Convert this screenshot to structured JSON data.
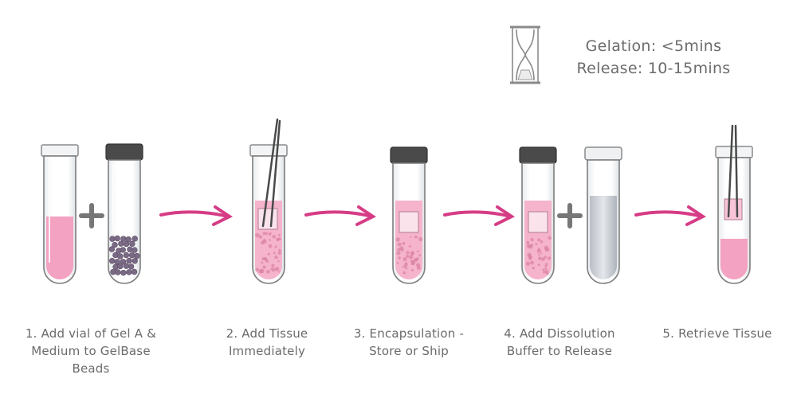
{
  "timing": {
    "gelation": "Gelation: <5mins",
    "release": "Release: 10-15mins"
  },
  "icons": {
    "timer": "hourglass-icon",
    "plus": "plus-icon",
    "arrow": "arrow-right-icon",
    "tweezers": "tweezers-icon"
  },
  "colors": {
    "pink_liquid": "#f3a2c1",
    "pink_gel": "#f6b3cc",
    "bead_purple": "#7b6a86",
    "arrow_magenta": "#d63c86",
    "buffer_grey": "#cfd3d9",
    "cap_dark": "#4a4a4a",
    "text_grey": "#6b6b6b"
  },
  "steps": [
    {
      "label_line1": "1. Add vial of Gel A &",
      "label_line2": "Medium to GelBase",
      "label_line3": "Beads"
    },
    {
      "label_line1": "2. Add Tissue",
      "label_line2": "Immediately",
      "label_line3": ""
    },
    {
      "label_line1": "3. Encapsulation -",
      "label_line2": "Store or Ship",
      "label_line3": ""
    },
    {
      "label_line1": "4. Add Dissolution",
      "label_line2": "Buffer to Release",
      "label_line3": ""
    },
    {
      "label_line1": "5. Retrieve Tissue",
      "label_line2": "",
      "label_line3": ""
    }
  ]
}
